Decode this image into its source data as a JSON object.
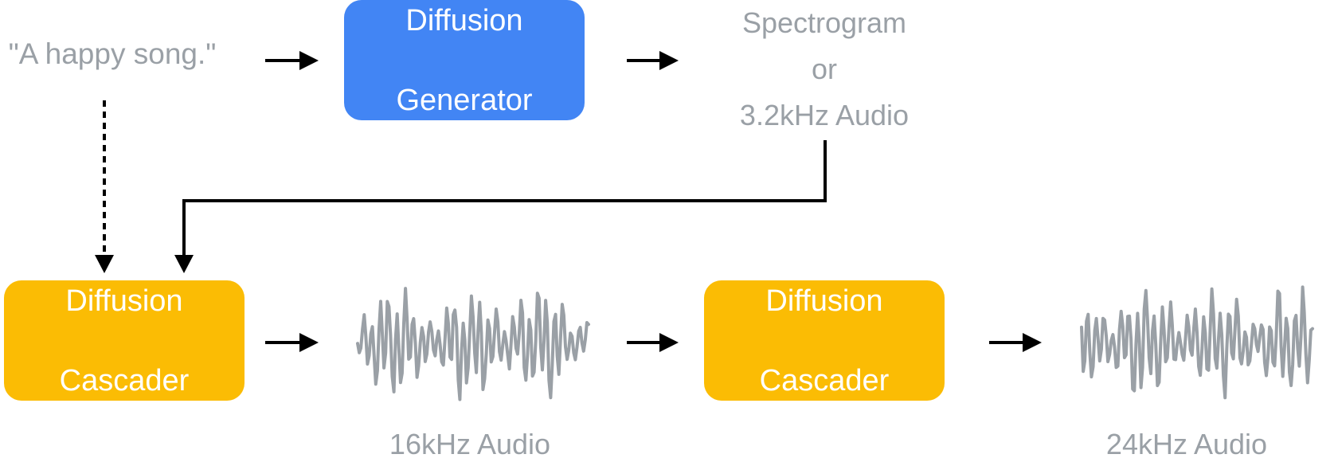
{
  "prompt": {
    "text": "\"A happy song.\""
  },
  "generator": {
    "label_line1": "Diffusion",
    "label_line2": "Generator",
    "color": "#4285f4"
  },
  "intermediate": {
    "line1": "Spectrogram",
    "line2": "or",
    "line3": "3.2kHz Audio"
  },
  "cascader_1": {
    "label_line1": "Diffusion",
    "label_line2": "Cascader",
    "color": "#fbbc04"
  },
  "cascader_2": {
    "label_line1": "Diffusion",
    "label_line2": "Cascader",
    "color": "#fbbc04"
  },
  "outputs": {
    "audio_16k_label": "16kHz Audio",
    "audio_24k_label": "24kHz Audio"
  },
  "colors": {
    "text_gray": "#9aa0a6",
    "arrow": "#000000",
    "waveform": "#9aa0a6"
  }
}
